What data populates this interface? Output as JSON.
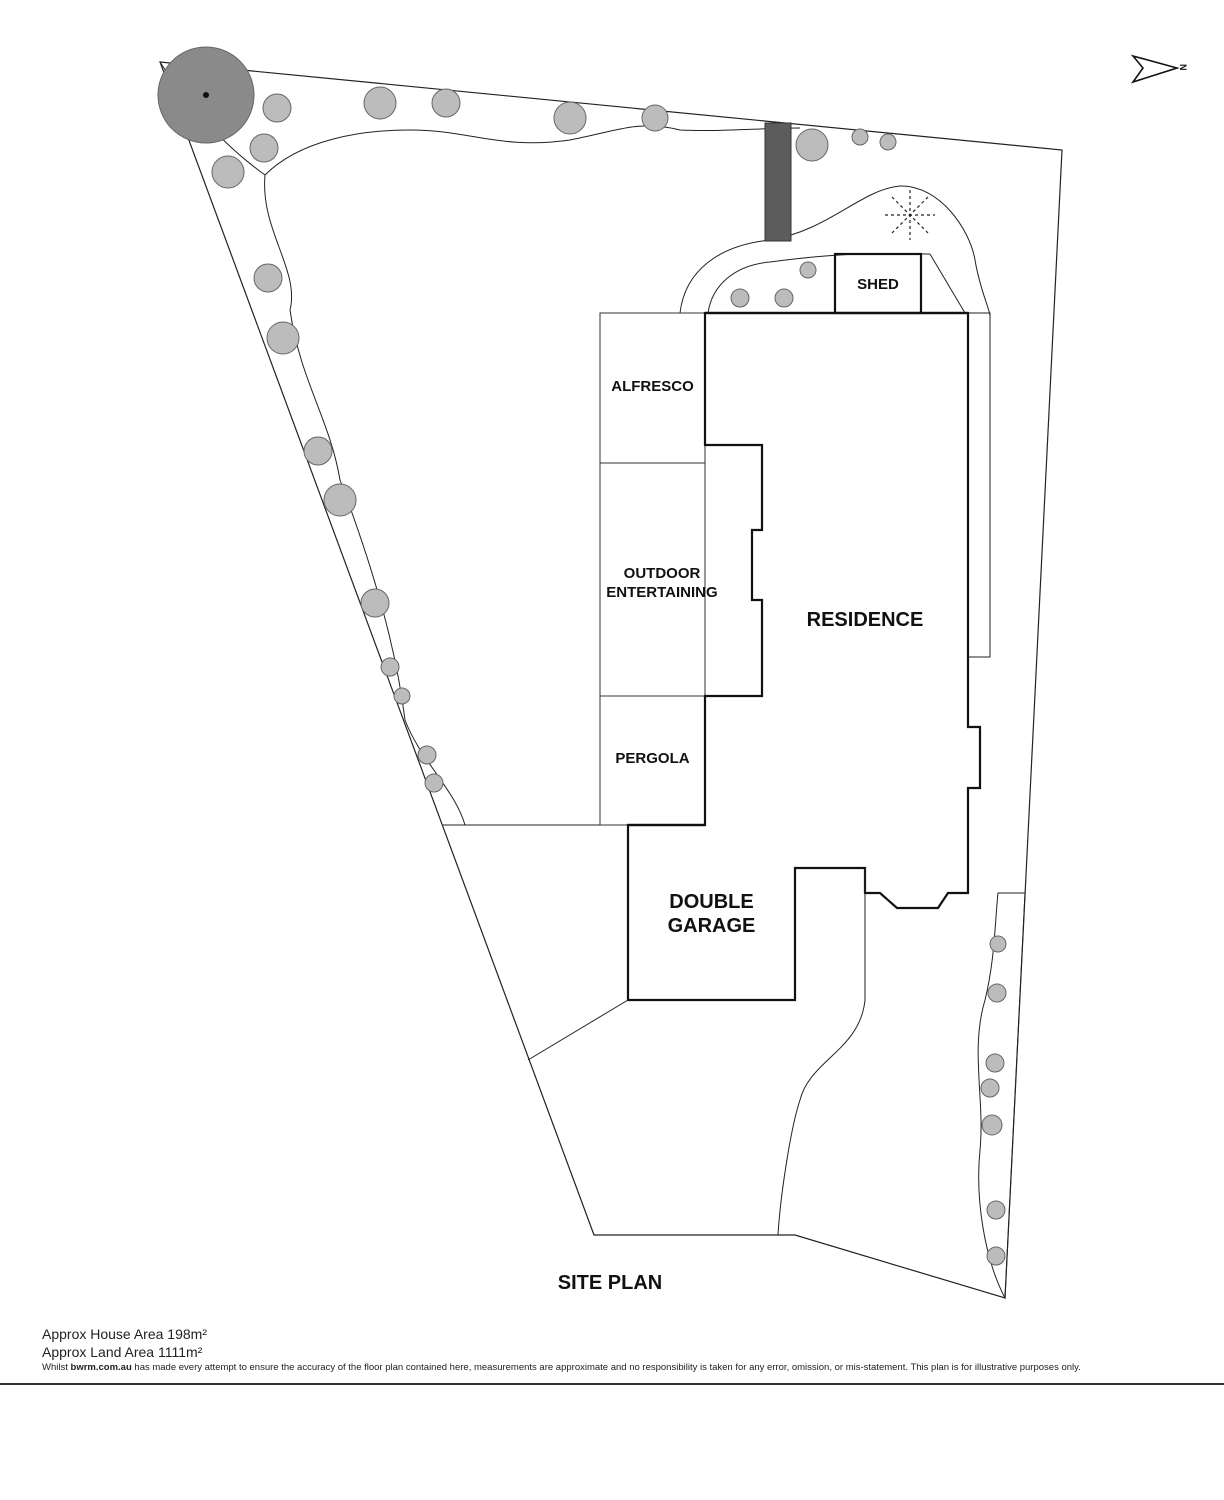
{
  "rooms": {
    "alfresco": "ALFRESCO",
    "outdoor_entertaining_1": "OUTDOOR",
    "outdoor_entertaining_2": "ENTERTAINING",
    "residence": "RESIDENCE",
    "pergola": "PERGOLA",
    "double_garage_1": "DOUBLE",
    "double_garage_2": "GARAGE",
    "shed": "SHED"
  },
  "site_title": "SITE PLAN",
  "north_label": "N",
  "areas": {
    "house": "Approx House Area 198m²",
    "land": "Approx Land Area 1111m²"
  },
  "disclaimer": {
    "prefix": "Whilst",
    "site": "bwrm.com.au",
    "rest": "has made every attempt to ensure the accuracy of the floor plan contained here, measurements are approximate and no responsibility is taken for any error, omission, or mis-statement. This plan is for illustrative purposes only."
  },
  "colors": {
    "line": "#111111",
    "foliage": "#8a8a8a",
    "hedge": "#555555"
  }
}
